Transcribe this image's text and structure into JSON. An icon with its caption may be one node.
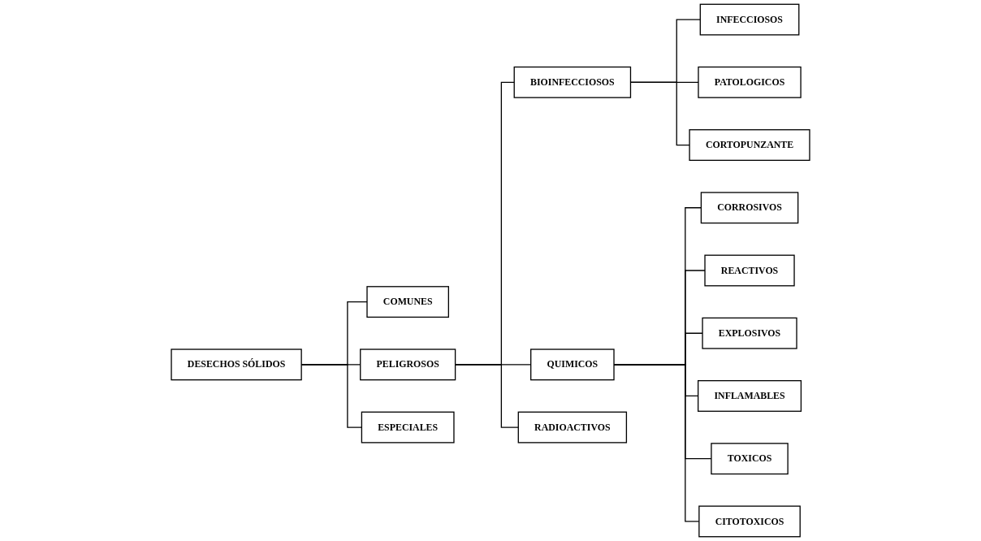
{
  "diagram": {
    "nodes": [
      {
        "text": [
          "DESECHOS SÓLIDOS"
        ]
      },
      {
        "text": [
          "COMUNES"
        ]
      },
      {
        "text": [
          "PELIGROSOS"
        ]
      },
      {
        "text": [
          "ESPECIALES"
        ]
      },
      {
        "text": [
          "BIOINFECCIOSOS"
        ]
      },
      {
        "text": [
          "QUIMICOS"
        ]
      },
      {
        "text": [
          "RADIOACTIVOS"
        ]
      },
      {
        "text": [
          "INFECCIOSOS"
        ]
      },
      {
        "text": [
          "PATOLOGICOS"
        ]
      },
      {
        "text": [
          "CORTOPUNZANTE"
        ]
      },
      {
        "text": [
          "CORROSIVOS"
        ]
      },
      {
        "text": [
          "REACTIVOS"
        ]
      },
      {
        "text": [
          "EXPLOSIVOS"
        ]
      },
      {
        "text": [
          "INFLAMABLES"
        ]
      },
      {
        "text": [
          "TOXICOS"
        ]
      },
      {
        "text": [
          "CITOTOXICOS"
        ]
      }
    ],
    "edges": [
      {
        "from": 0,
        "to": 1,
        "arrow": "none"
      },
      {
        "from": 0,
        "to": 2,
        "arrow": "none"
      },
      {
        "from": 0,
        "to": 3,
        "arrow": "none"
      },
      {
        "from": 2,
        "to": 4,
        "arrow": "none"
      },
      {
        "from": 2,
        "to": 5,
        "arrow": "none"
      },
      {
        "from": 2,
        "to": 6,
        "arrow": "none"
      },
      {
        "from": 4,
        "to": 7,
        "arrow": "none"
      },
      {
        "from": 4,
        "to": 8,
        "arrow": "none"
      },
      {
        "from": 4,
        "to": 9,
        "arrow": "none"
      },
      {
        "from": 5,
        "to": 10,
        "arrow": "none"
      },
      {
        "from": 5,
        "to": 11,
        "arrow": "none"
      },
      {
        "from": 5,
        "to": 12,
        "arrow": "none"
      },
      {
        "from": 5,
        "to": 13,
        "arrow": "none"
      },
      {
        "from": 5,
        "to": 14,
        "arrow": "none"
      },
      {
        "from": 5,
        "to": 15,
        "arrow": "none"
      }
    ]
  }
}
